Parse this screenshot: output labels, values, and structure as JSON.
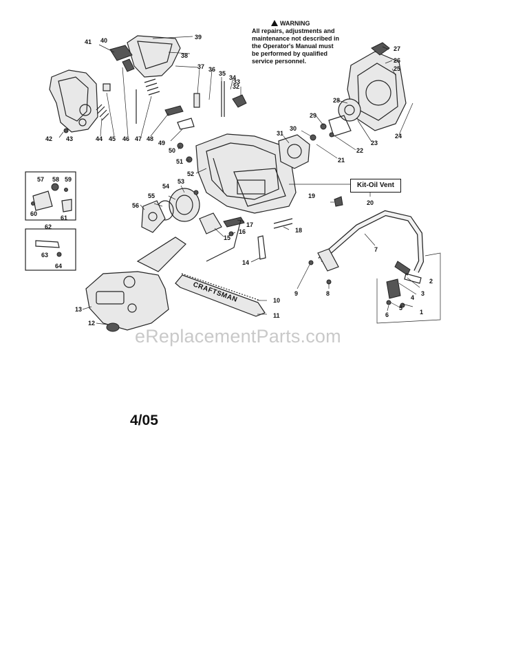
{
  "warning": {
    "title": "WARNING",
    "lines": [
      "All repairs, adjustments and",
      "maintenance not described in",
      "the Operator's Manual must",
      "be performed by qualified",
      "service personnel."
    ]
  },
  "kit_label": "Kit-Oil Vent",
  "bar_brand": "CRAFTSMAN",
  "watermark": "eReplacementParts.com",
  "date_code": "4/05",
  "callouts": [
    {
      "id": "c1",
      "text": "1"
    },
    {
      "id": "c2",
      "text": "2"
    },
    {
      "id": "c3",
      "text": "3"
    },
    {
      "id": "c4",
      "text": "4"
    },
    {
      "id": "c5",
      "text": "5"
    },
    {
      "id": "c6",
      "text": "6"
    },
    {
      "id": "c7",
      "text": "7"
    },
    {
      "id": "c8",
      "text": "8"
    },
    {
      "id": "c9",
      "text": "9"
    },
    {
      "id": "c10",
      "text": "10"
    },
    {
      "id": "c11",
      "text": "11"
    },
    {
      "id": "c12",
      "text": "12"
    },
    {
      "id": "c13",
      "text": "13"
    },
    {
      "id": "c14",
      "text": "14"
    },
    {
      "id": "c15",
      "text": "15"
    },
    {
      "id": "c16",
      "text": "16"
    },
    {
      "id": "c17",
      "text": "17"
    },
    {
      "id": "c18",
      "text": "18"
    },
    {
      "id": "c19",
      "text": "19"
    },
    {
      "id": "c20",
      "text": "20"
    },
    {
      "id": "c21",
      "text": "21"
    },
    {
      "id": "c22",
      "text": "22"
    },
    {
      "id": "c23",
      "text": "23"
    },
    {
      "id": "c24",
      "text": "24"
    },
    {
      "id": "c25",
      "text": "25"
    },
    {
      "id": "c26",
      "text": "26"
    },
    {
      "id": "c27",
      "text": "27"
    },
    {
      "id": "c28",
      "text": "28"
    },
    {
      "id": "c29",
      "text": "29"
    },
    {
      "id": "c30",
      "text": "30"
    },
    {
      "id": "c31",
      "text": "31"
    },
    {
      "id": "c32",
      "text": "32"
    },
    {
      "id": "c33",
      "text": "33"
    },
    {
      "id": "c34",
      "text": "34"
    },
    {
      "id": "c35",
      "text": "35"
    },
    {
      "id": "c36",
      "text": "36"
    },
    {
      "id": "c37",
      "text": "37"
    },
    {
      "id": "c38",
      "text": "38"
    },
    {
      "id": "c39",
      "text": "39"
    },
    {
      "id": "c40",
      "text": "40"
    },
    {
      "id": "c41",
      "text": "41"
    },
    {
      "id": "c42",
      "text": "42"
    },
    {
      "id": "c43",
      "text": "43"
    },
    {
      "id": "c44",
      "text": "44"
    },
    {
      "id": "c45",
      "text": "45"
    },
    {
      "id": "c46",
      "text": "46"
    },
    {
      "id": "c47",
      "text": "47"
    },
    {
      "id": "c48",
      "text": "48"
    },
    {
      "id": "c49",
      "text": "49"
    },
    {
      "id": "c50",
      "text": "50"
    },
    {
      "id": "c51",
      "text": "51"
    },
    {
      "id": "c52",
      "text": "52"
    },
    {
      "id": "c53",
      "text": "53"
    },
    {
      "id": "c54",
      "text": "54"
    },
    {
      "id": "c55",
      "text": "55"
    },
    {
      "id": "c56",
      "text": "56"
    },
    {
      "id": "c57",
      "text": "57"
    },
    {
      "id": "c58",
      "text": "58"
    },
    {
      "id": "c59",
      "text": "59"
    },
    {
      "id": "c60",
      "text": "60"
    },
    {
      "id": "c61",
      "text": "61"
    },
    {
      "id": "c62",
      "text": "62"
    },
    {
      "id": "c63",
      "text": "63"
    },
    {
      "id": "c64",
      "text": "64"
    }
  ]
}
